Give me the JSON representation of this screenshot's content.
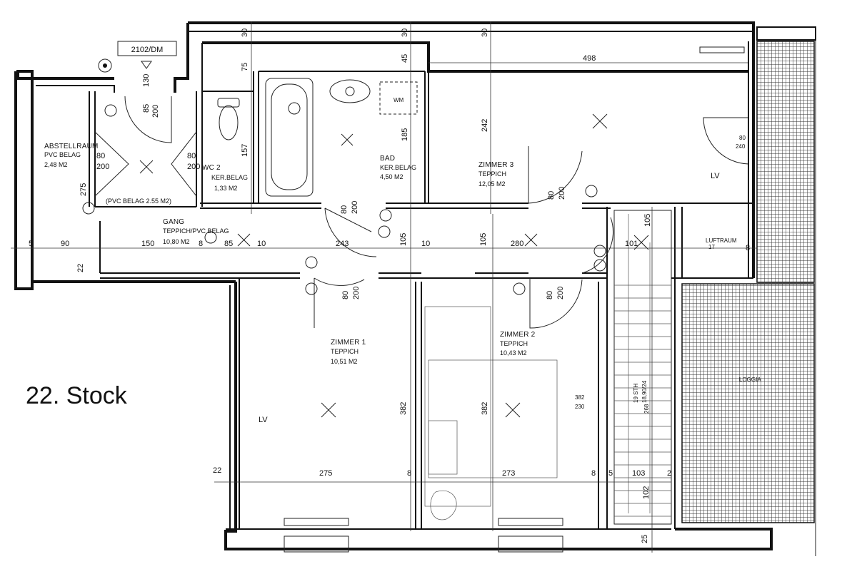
{
  "story_label": "22. Stock",
  "tag": "2102/DM",
  "rooms": {
    "abstellraum": {
      "name": "ABSTELLRAUM",
      "floor": "PVC BELAG",
      "area": "2,48 M2"
    },
    "wc": {
      "name": "WC 2",
      "floor": "KER.BELAG",
      "area": "1,33 M2"
    },
    "bad": {
      "name": "BAD",
      "floor": "KER.BELAG",
      "area": "4,50 M2"
    },
    "zimmer3": {
      "name": "ZIMMER 3",
      "floor": "TEPPICH",
      "area": "12,05 M2"
    },
    "gang": {
      "name": "GANG",
      "floor": "TEPPICH/PVC BELAG",
      "area": "10,80 M2"
    },
    "gang_pvc": "(PVC BELAG 2.55 M2)",
    "zimmer1": {
      "name": "ZIMMER 1",
      "floor": "TEPPICH",
      "area": "10,51 M2"
    },
    "zimmer2": {
      "name": "ZIMMER 2",
      "floor": "TEPPICH",
      "area": "10,43 M2"
    },
    "luftraum": "LUFTRAUM",
    "loggia": "LOGGIA",
    "stairs": "19 STH",
    "stairs_dim": "18,90/24"
  },
  "fixtures": {
    "wm": "WM",
    "lv": "LV"
  },
  "dims": {
    "d30a": "30",
    "d30b": "30",
    "d30c": "30",
    "d498": "498",
    "d75": "75",
    "d45": "45",
    "d130": "130",
    "d85a": "85",
    "d200a": "200",
    "d157": "157",
    "d185": "185",
    "d242": "242",
    "d80a": "80",
    "d200b": "200",
    "d80b": "80",
    "d200c": "200",
    "d275v": "275",
    "d80c": "80",
    "d200d": "200",
    "d80d": "80",
    "d240": "240",
    "d80e": "80",
    "d200e": "200",
    "d105a": "105",
    "d105b": "105",
    "d105c": "105",
    "d5": "5",
    "d90": "90",
    "d150": "150",
    "d8a": "8",
    "d85b": "85",
    "d10a": "10",
    "d243": "243",
    "d10b": "10",
    "d280": "280",
    "d101": "101",
    "d17": "17",
    "d8b": "8",
    "d22a": "22",
    "d80f": "80",
    "d200f": "200",
    "d80g": "80",
    "d200g": "200",
    "d382a": "382",
    "d382b": "382",
    "d382c": "382",
    "d230": "230",
    "d268": "268",
    "d22b": "22",
    "d275": "275",
    "d8c": "8",
    "d273": "273",
    "d8d": "8",
    "d5b": "5",
    "d103": "103",
    "d2": "2",
    "d102": "102",
    "d25": "25"
  }
}
